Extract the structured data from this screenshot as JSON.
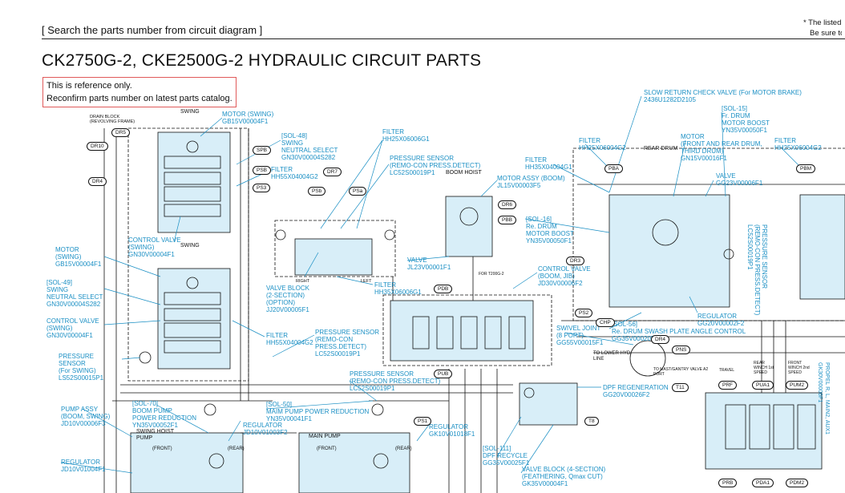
{
  "header": {
    "search_heading": "[ Search the parts number from circuit diagram ]",
    "note_lines": [
      "* The listed",
      "Be sure to"
    ]
  },
  "page_title": "CK2750G-2, CKE2500G-2 HYDRAULIC CIRCUIT PARTS",
  "reference_box": [
    "This is reference only.",
    "Reconfirm parts number on latest parts catalog."
  ],
  "parts": [
    [
      "MOTOR (SWING)",
      "GB15V00004F1"
    ],
    [
      "[SOL-48]",
      "SWING",
      "NEUTRAL SELECT",
      "GN30V00004S282"
    ],
    [
      "FILTER",
      "HH55X04004G2"
    ],
    [
      "CONTROL VALVE",
      "(SWING)",
      "GN30V00004F1"
    ],
    [
      "MOTOR",
      "(SWING)",
      "GB15V00004F1"
    ],
    [
      "[SOL-49]",
      "SWING",
      "NEUTRAL SELECT",
      "GN30V00004S282"
    ],
    [
      "CONTROL VALVE",
      "(SWING)",
      "GN30V00004F1"
    ],
    [
      "FILTER",
      "HH55X04004G2"
    ],
    [
      "PRESSURE",
      "SENSOR",
      "(For SWING)",
      "LS52S00015P1"
    ],
    [
      "FILTER",
      "HH25X06006G1"
    ],
    [
      "PRESSURE SENSOR",
      "(REMO-CON PRESS.DETECT)",
      "LC52S00019P1"
    ],
    [
      "VALVE BLOCK",
      "(2-SECTION)",
      "(OPTION)",
      "JJ20V00005F1"
    ],
    [
      "FILTER",
      "HH35X06006G1"
    ],
    [
      "PRESSURE SENSOR",
      "(REMO-CON",
      "PRESS.DETECT)",
      "LC52S00019P1"
    ],
    [
      "MOTOR ASSY (BOOM)",
      "JL15V00003F5"
    ],
    [
      "VALVE",
      "JL23V00001F1"
    ],
    [
      "CONTROL VALVE",
      "(BOOM, JIB)",
      "JD30V00006F2"
    ],
    [
      "PRESSURE SENSOR",
      "(REMO-CON PRESS.DETECT)",
      "LC52S00019P1"
    ],
    [
      "SLOW RETURN CHECK VALVE (For MOTOR BRAKE)",
      "2436U1282D2105"
    ],
    [
      "FILTER",
      "HH25X06004G2"
    ],
    [
      "FILTER",
      "HH35X04004G1"
    ],
    [
      "[SOL-15]",
      "Fr. DRUM",
      "MOTOR BOOST",
      "YN35V00050F1"
    ],
    [
      "MOTOR",
      "(FRONT AND REAR DRUM,",
      "THIRD DRUM)",
      "GN15V00016F1"
    ],
    [
      "VALVE",
      "GG23V00006F1"
    ],
    [
      "[SOL-16]",
      "Re. DRUM",
      "MOTOR BOOST",
      "YN35V00050F1"
    ],
    [
      "FILTER",
      "HH25X06004G2"
    ],
    [
      "REGULATOR",
      "GG20V00002F2"
    ],
    [
      "[SOL-56]",
      "Re. DRUM SWASH PLATE ANGLE CONTROL",
      "GG35V00020F1"
    ],
    [
      "SWIVEL JOINT",
      "(8 PORT)",
      "GG55V00015F1"
    ],
    [
      "DPF REGENERATION",
      "GG20V00026F2"
    ],
    [
      "[SOL-111]",
      "DPF RECYCLE",
      "GG35V00025F1"
    ],
    [
      "VALVE BLOCK (4-SECTION)",
      "(FEATHERING, Qmax CUT)",
      "GK35V00004F1"
    ],
    [
      "PUMP ASSY",
      "(BOOM, SWING)",
      "JD10V00006F3"
    ],
    [
      "[SOL-70]",
      "BOOM PUMP",
      "POWER REDUCTION",
      "YN35V00052F1"
    ],
    [
      "REGULATOR",
      "JD10V01003F2"
    ],
    [
      "[SOL-50]",
      "MAIM PUMP POWER REDUCTION",
      "YN35V00041F1"
    ],
    [
      "REGULATOR",
      "GK10V01018F1"
    ],
    [
      "REGULATOR",
      "JD10V01004F1"
    ],
    [
      "PRESSURE SENSOR",
      "(REMO-CON PRESS.DETECT)",
      "LC52S00019P1"
    ]
  ],
  "port_tags": [
    "DR5",
    "DR10",
    "DR4",
    "SPB",
    "PSB",
    "PS3",
    "DR7",
    "PSb",
    "PSa",
    "DR6",
    "PBB",
    "PDB",
    "PUB",
    "DR3",
    "PS2",
    "CHP",
    "DR4",
    "PNS",
    "T11",
    "PBA",
    "PBM",
    "PRF",
    "PUA1",
    "PUM2",
    "PRB",
    "PDA1",
    "PDM2",
    "PS1",
    "T8"
  ],
  "small_text": {
    "swing": "SWING",
    "drain_block": "DRAIN BLOCK",
    "revolving_frame": "(REVOLVING FRAME)",
    "boom_hoist": "BOOM HOIST",
    "rear_drum": "REAR DRUM",
    "to_lower": "TO LOWER HYD. LINE",
    "to_mast": "TO MAST/GANTRY VALVE A2 PORT",
    "travel": "TRAVEL",
    "rear_winch": "REAR WINCH 1st SPEED",
    "front_winch": "FRONT WINCH 2nd SPEED",
    "swing_hoist_pump": "SWING HOIST PUMP",
    "front": "(FRONT)",
    "rear": "(REAR)",
    "main_pump": "MAIN PUMP",
    "right": "RIGHT",
    "left": "LEFT",
    "for_t200": "FOR T200G-2",
    "propel": "PROPEL R, L, MAIN2, AUX1",
    "propel_code": "GK30V00006F1"
  },
  "colors": {
    "accent": "#1a8fc4",
    "ref_border": "#e05a5a",
    "line": "#111111"
  }
}
